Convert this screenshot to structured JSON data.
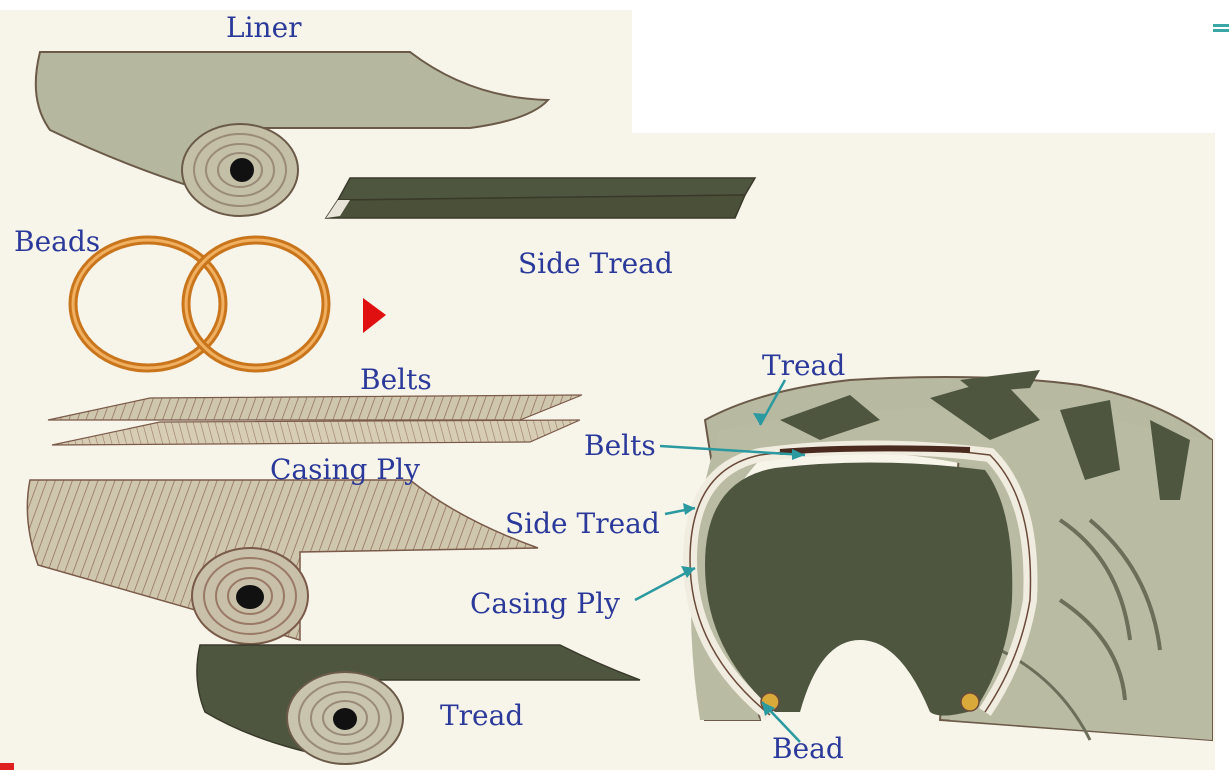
{
  "labels": {
    "liner": "Liner",
    "beads": "Beads",
    "side_tread": "Side Tread",
    "belts": "Belts",
    "casing_ply": "Casing Ply",
    "tread": "Tread"
  },
  "callouts": {
    "tread": "Tread",
    "belts": "Belts",
    "side_tread": "Side Tread",
    "casing_ply": "Casing Ply",
    "bead": "Bead"
  },
  "colors": {
    "label_text": "#2b3a9a",
    "callout_line": "#2a9aa0",
    "rubber_light": "#b7b9a0",
    "rubber_dark": "#4e5640",
    "bead_ring": "#d98a2a",
    "play_marker": "#e01010",
    "background": "#f7f4ea"
  }
}
